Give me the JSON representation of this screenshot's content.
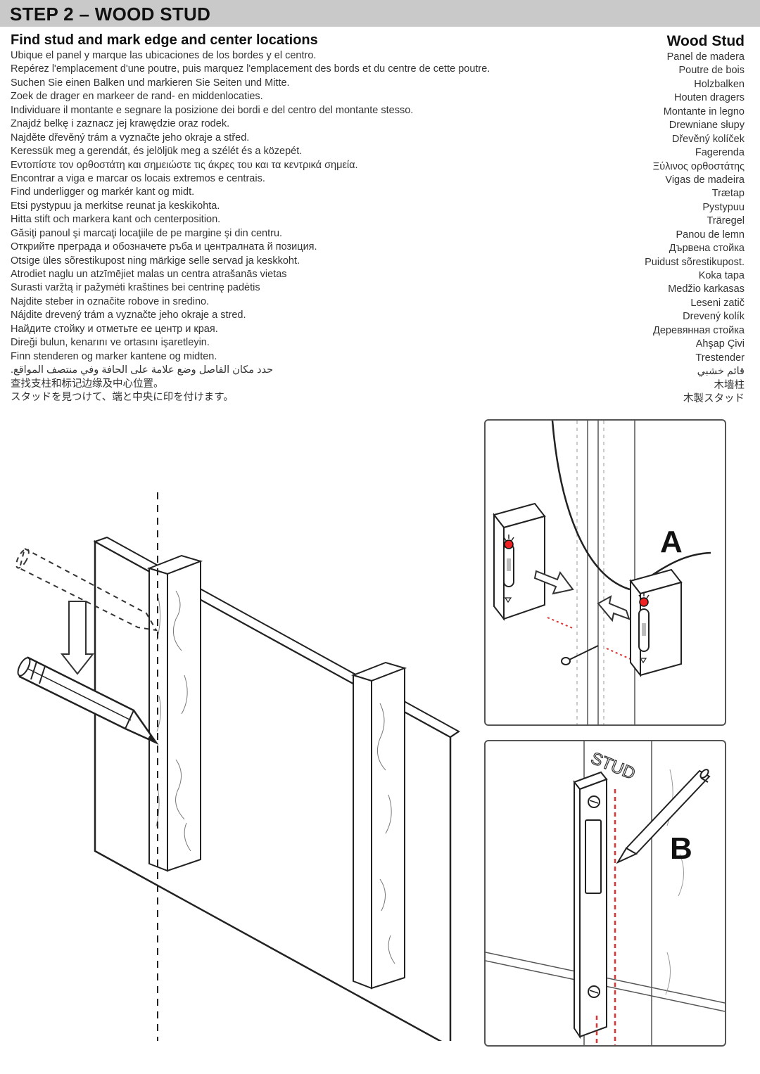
{
  "header": {
    "step_title": "STEP 2 – WOOD STUD"
  },
  "instructions": {
    "subtitle": "Find stud and mark edge and center locations",
    "lines": [
      "Ubique el panel y marque las ubicaciones de los bordes y el centro.",
      "Repérez l'emplacement d'une poutre, puis marquez l'emplacement des bords et du centre de cette poutre.",
      "Suchen Sie einen Balken und markieren Sie Seiten und Mitte.",
      "Zoek de drager en markeer de rand- en middenlocaties.",
      "Individuare il montante e segnare la posizione dei bordi e del centro del montante stesso.",
      "Znajdź belkę i zaznacz jej krawędzie oraz rodek.",
      "Najděte dřevěný trám a vyznačte jeho okraje a střed.",
      "Keressük meg a gerendát, és jelöljük meg a szélét és a közepét.",
      "Εντοπίστε τον ορθοστάτη και σημειώστε τις άκρες του και τα κεντρικά σημεία.",
      "Encontrar a viga e marcar os locais extremos e centrais.",
      "Find underligger og markér kant og midt.",
      "Etsi pystypuu ja merkitse reunat ja keskikohta.",
      "Hitta stift och markera kant och centerposition.",
      "Găsiţi panoul şi marcaţi locaţiile de pe margine şi din centru.",
      "Открийте преграда и обозначете ръба и централната й позиция.",
      "Otsige üles sõrestikupost ning märkige selle servad ja keskkoht.",
      "Atrodiet naglu un atzīmējiet malas un centra atrašanās vietas",
      "Surasti varžtą ir pažymėti kraštines bei centrinę padėtis",
      "Najdite steber in označite robove in sredino.",
      "Nájdite drevený trám a vyznačte jeho okraje a stred.",
      "Найдите стойку и отметьте ее центр и края.",
      "Direği bulun, kenarını ve ortasını işaretleyin.",
      "Finn stenderen og marker kantene og midten.",
      "حدد مكان الفاصل وضع علامة على الحافة وفي منتصف المواقع.",
      "查找支柱和标记边缘及中心位置。",
      "スタッドを見つけて、端と中央に印を付けます。"
    ]
  },
  "terms": {
    "title": "Wood Stud",
    "lines": [
      "Panel de madera",
      "Poutre de bois",
      "Holzbalken",
      "Houten dragers",
      "Montante in legno",
      "Drewniane słupy",
      "Dřevěný kolíček",
      "Fagerenda",
      "Ξύλινος ορθοστάτης",
      "Vigas de madeira",
      "Trætap",
      "Pystypuu",
      "Träregel",
      "Panou de lemn",
      "Дървена стойка",
      "Puidust sõrestikupost.",
      "Koka tapa",
      "Medžio karkasas",
      "Leseni zatič",
      "Drevený kolík",
      "Деревянная стойка",
      "Ahşap Çivi",
      "Trestender",
      "قائم خشبي",
      "木墙柱",
      "木製スタッド"
    ]
  },
  "panels": {
    "a_label": "A",
    "b_label": "B",
    "b_wall_text": "STUD"
  }
}
